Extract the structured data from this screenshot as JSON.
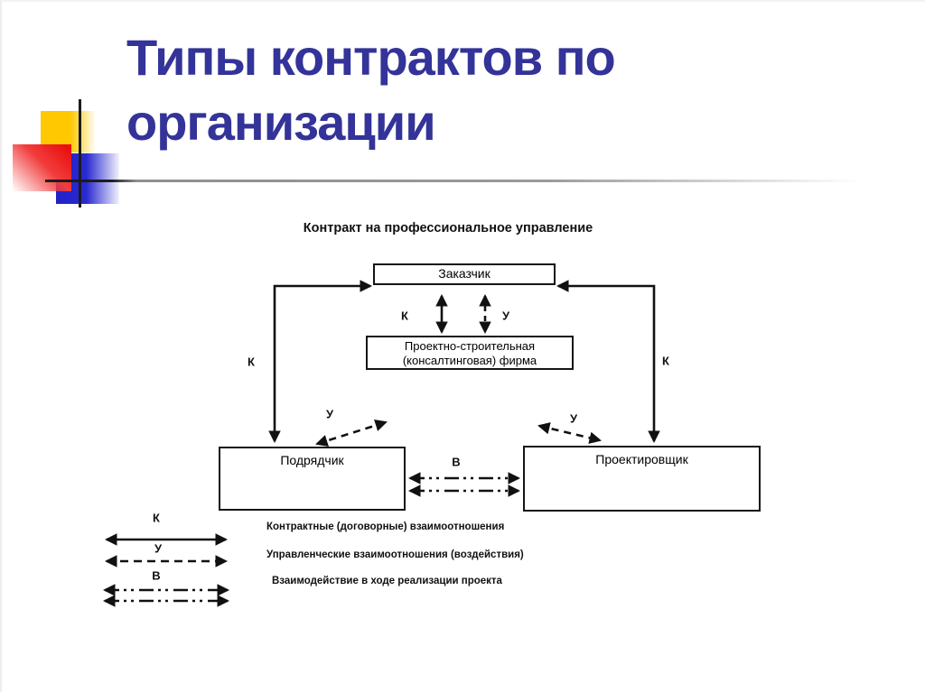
{
  "slide": {
    "title_lines": [
      "Типы контрактов по",
      "организации"
    ]
  },
  "diagram": {
    "caption": "Контракт на профессиональное управление",
    "boxes": {
      "customer": "Заказчик",
      "firm_lines": [
        "Проектно-строительная",
        "(консалтинговая) фирма"
      ],
      "contractor": "Подрядчик",
      "designer": "Проектировщик"
    },
    "connector_labels": {
      "contract": "К",
      "management": "У",
      "interaction": "В"
    }
  },
  "legend": {
    "items": [
      {
        "symbol": "К",
        "line_style": "solid",
        "text": "Контрактные (договорные) взаимоотношения"
      },
      {
        "symbol": "У",
        "line_style": "dashed",
        "text": "Управленческие взаимоотношения (воздействия)"
      },
      {
        "symbol": "В",
        "line_style": "dash-dot-double",
        "text": "Взаимодействие в ходе реализации проекта"
      }
    ]
  },
  "colors": {
    "title": "#333399",
    "line": "#111111",
    "deco_yellow": "#FFC800",
    "deco_red": "#EA1010",
    "deco_blue": "#2121C8",
    "rule_gray": "#9A9A9A"
  }
}
